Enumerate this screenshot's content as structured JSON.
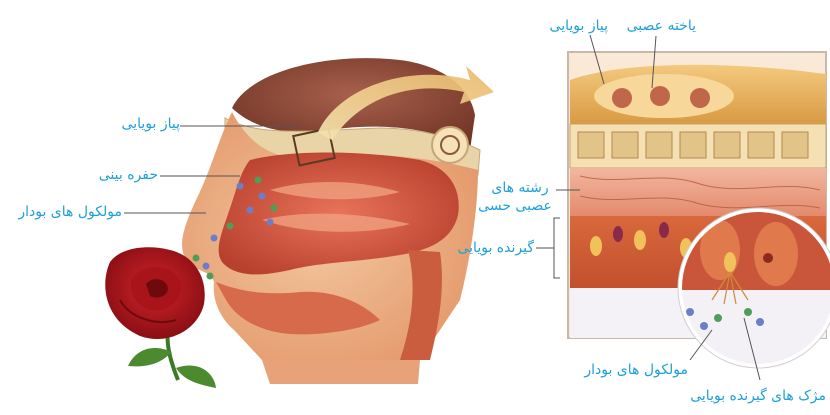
{
  "label_color": "#1fa0d8",
  "labels": {
    "olfactory_bulb_left": "پیاز بویایی",
    "nasal_cavity": "حفره بینی",
    "odor_molecules_left": "مولکول های بودار",
    "olfactory_bulb_right": "پیاز بویایی",
    "nerve_cell": "یاخته عصبی",
    "sensory_nerve_fibers_line1": "رشته های",
    "sensory_nerve_fibers_line2": "عصبی حسی",
    "olfactory_receptor": "گیرنده بویایی",
    "odor_molecules_right": "مولکول های بودار",
    "receptor_cilia": "مژک های گیرنده بویایی"
  }
}
